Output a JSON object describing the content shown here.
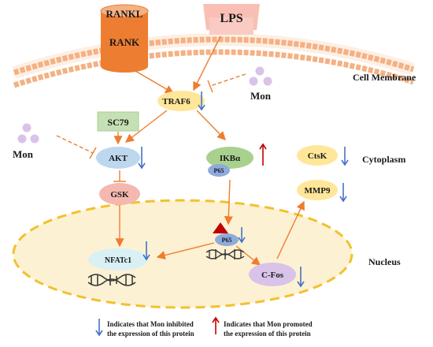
{
  "membrane": {
    "receptor_top": "RANKL",
    "receptor_bottom": "RANK",
    "lps": "LPS",
    "label": "Cell Membrane"
  },
  "nodes": {
    "traf6": "TRAF6",
    "sc79": "SC79",
    "akt": "AKT",
    "ikba": "IKBα",
    "p65_cyto": "P65",
    "gsk": "GSK",
    "ctsk": "CtsK",
    "mmp9": "MMP9",
    "nfatc1": "NFATc1",
    "p65_nuc": "P65",
    "cfos": "C-Fos"
  },
  "inhibitor": {
    "name_right": "Mon",
    "name_left": "Mon"
  },
  "compartments": {
    "cytoplasm": "Cytoplasm",
    "nucleus": "Nucleus"
  },
  "legend": {
    "down_line1": "Indicates that Mon inhibited",
    "down_line2": "the expression of this protein",
    "up_line1": "Indicates that Mon promoted",
    "up_line2": "the expression of this protein"
  },
  "colors": {
    "membrane_head": "#f4b183",
    "arrow": "#ed7d31",
    "down_arrow": "#4472c4",
    "up_arrow": "#c00000",
    "nucleus_fill": "#fdf1d3",
    "nucleus_border": "#f2c12e",
    "traf6_fill": "#ffe699",
    "sc79_fill": "#c5e0b4",
    "akt_fill": "#bdd7ee",
    "ikba_fill": "#a9d18e",
    "p65_fill": "#8faadc",
    "gsk_fill": "#f4b8b0",
    "ctsk_fill": "#ffe699",
    "nfatc1_fill": "#d9f0f5",
    "cfos_fill": "#d9c3e9",
    "mon_dots": "#d9c3e9",
    "triangle": "#c00000"
  },
  "icons": [
    "dna-icon",
    "down-arrow-icon",
    "up-arrow-icon",
    "mon-molecule-icon"
  ]
}
